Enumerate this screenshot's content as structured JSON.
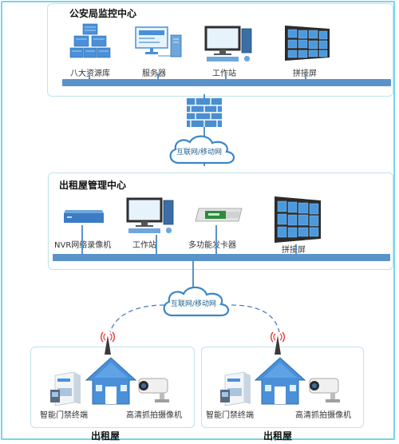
{
  "top_center": {
    "title": "公安局监控中心",
    "devices": [
      "八大资源库",
      "服务器",
      "工作站",
      "拼接屏"
    ]
  },
  "firewall": {
    "icon": "firewall-icon"
  },
  "cloud_top": {
    "label": "互联网/移动网"
  },
  "mid_center": {
    "title": "出租屋管理中心",
    "devices": [
      "NVR网络录像机",
      "工作站",
      "多功能发卡器",
      "拼接屏"
    ]
  },
  "cloud_bottom": {
    "label": "互联网/移动网"
  },
  "rental_left": {
    "title": "出租屋",
    "devices": [
      "智能门禁终端",
      "高清抓拍摄像机"
    ]
  },
  "rental_right": {
    "title": "出租屋",
    "devices": [
      "智能门禁终端",
      "高清抓拍摄像机"
    ]
  },
  "colors": {
    "bus": "#5a93c9",
    "frame": "#77d5e8",
    "panel_border": "#bfe3ee",
    "cloud": "#3b86c8"
  }
}
